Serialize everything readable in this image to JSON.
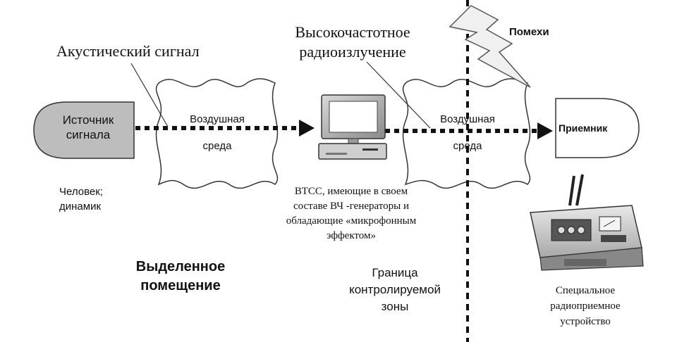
{
  "labels": {
    "acoustic_signal": "Акустический сигнал",
    "hf_radiation_line1": "Высокочастотное",
    "hf_radiation_line2": "радиоизлучение",
    "interference": "Помехи",
    "source_line1": "Источник",
    "source_line2": "сигнала",
    "air_medium_1_line1": "Воздушная",
    "air_medium_1_line2": "среда",
    "air_medium_2_line1": "Воздушная",
    "air_medium_2_line2": "среда",
    "receiver": "Приемник",
    "source_examples_line1": "Человек;",
    "source_examples_line2": "динамик",
    "vtss_line1": "ВТСС, имеющие в своем",
    "vtss_line2": "составе ВЧ -генераторы и",
    "vtss_line3": "обладающие «микрофонным",
    "vtss_line4": "эффектом»",
    "dedicated_room_line1": "Выделенное",
    "dedicated_room_line2": "помещение",
    "boundary_line1": "Граница",
    "boundary_line2": "контролируемой",
    "boundary_line3": "зоны",
    "special_receiver_line1": "Специальное",
    "special_receiver_line2": "радиоприемное",
    "special_receiver_line3": "устройство"
  },
  "colors": {
    "source_fill": "#bdbdbd",
    "stroke": "#333333",
    "arrow": "#111111"
  },
  "icons": {
    "computer": "computer-icon",
    "lightning": "lightning-icon",
    "radio_receiver": "radio-receiver-device-icon"
  }
}
